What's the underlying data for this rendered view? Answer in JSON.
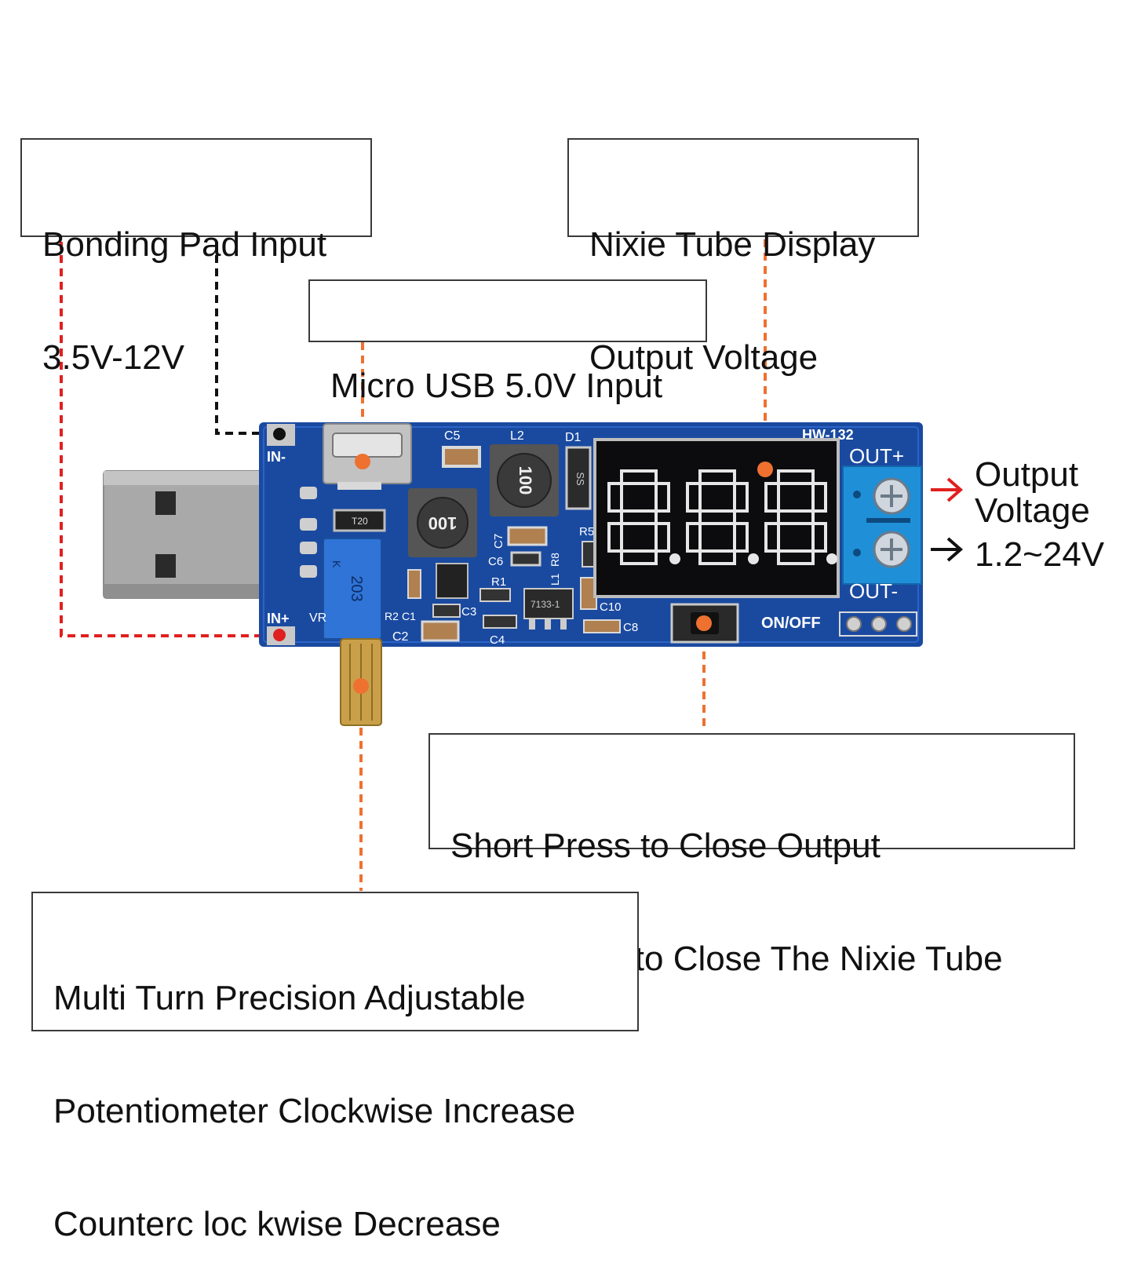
{
  "callouts": {
    "bonding_pad": [
      "Bonding Pad Input",
      "3.5V-12V"
    ],
    "nixie_display": [
      "Nixie Tube Display",
      "Output Voltage"
    ],
    "micro_usb": [
      "Micro USB 5.0V Input"
    ],
    "button": [
      "Short Press to Close Output",
      "Long Press to Close The Nixie Tube"
    ],
    "potentiometer": [
      "Multi Turn Precision Adjustable",
      "Potentiometer Clockwise Increase",
      "Counterc loc kwise Decrease"
    ]
  },
  "output": {
    "label_line1": "Output",
    "label_line2": "Voltage",
    "range": "1.2~24V"
  },
  "board": {
    "model": "HW-132",
    "in_minus": "IN-",
    "in_plus": "IN+",
    "out_plus": "OUT+",
    "out_minus": "OUT-",
    "on_off": "ON/OFF",
    "vr": "VR",
    "inductor_1": "100",
    "inductor_2": "100",
    "pot_marking": "203",
    "pot_prefix": "K",
    "chip_t20": "T20",
    "chip_7133": "7133-1",
    "diode": "SS",
    "component_refs": [
      "C5",
      "L2",
      "D1",
      "C6",
      "C7",
      "R1",
      "C1",
      "R2",
      "C2",
      "C3",
      "C4",
      "C10",
      "C8",
      "R5",
      "R8",
      "L1"
    ]
  },
  "display_digits": "8.8.8.",
  "colors": {
    "pcb": "#1a4aa0",
    "leader_orange": "#ee7130",
    "leader_red": "#e0201f",
    "leader_black": "#111111",
    "segment": "#e6e6e6",
    "display_bg": "#0c0c0e",
    "terminal": "#1f8fd8",
    "pot_body": "#2f74d6",
    "usb_metal": "#a9a9a9"
  }
}
